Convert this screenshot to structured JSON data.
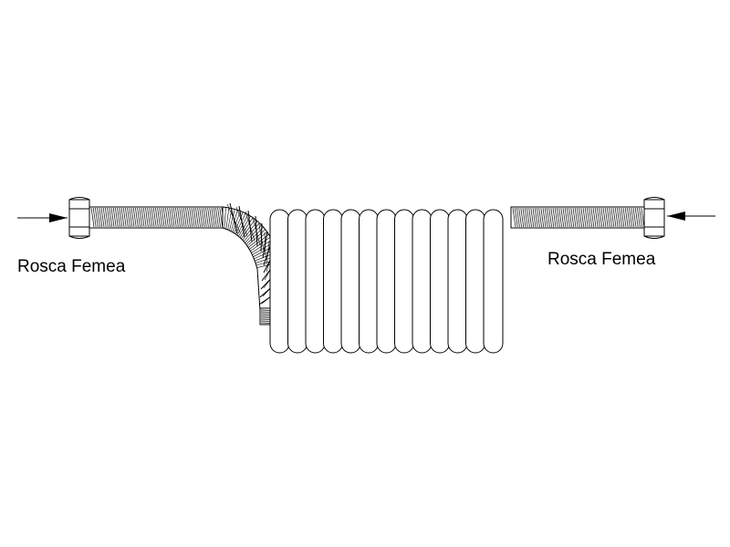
{
  "labels": {
    "left_fitting": "Rosca Femea",
    "right_fitting": "Rosca Femea"
  },
  "colors": {
    "line": "#000000",
    "background": "#ffffff"
  },
  "coil": {
    "turn_count": 13
  }
}
